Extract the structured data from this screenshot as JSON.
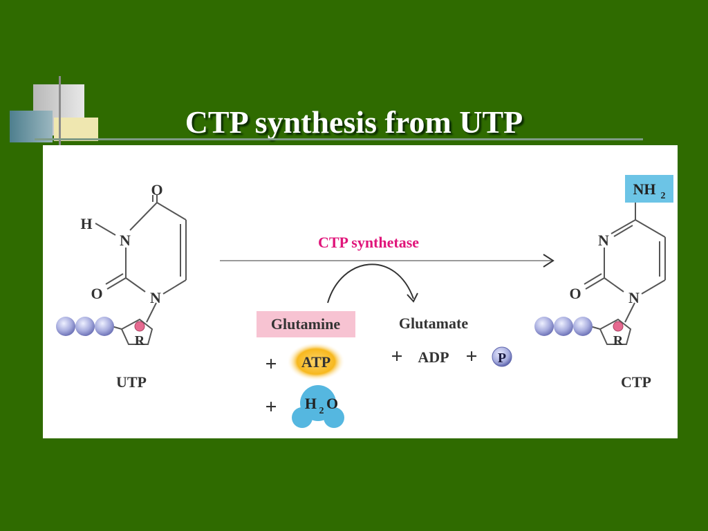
{
  "slide": {
    "title": "CTP synthesis from UTP"
  },
  "colors": {
    "background": "#2f6b00",
    "enzyme_text": "#e0157a",
    "glutamine_box": "#f7c3d2",
    "nh2_box": "#6cc4e6",
    "atp_glow": "#f7b81e",
    "water_blue": "#55b7e0",
    "phosphate": "#a9aedf"
  },
  "diagram": {
    "reactant": {
      "name": "UTP",
      "atoms": {
        "o_top": "O",
        "h": "H",
        "n3": "N",
        "o_left": "O",
        "n1": "N",
        "ribose": "R"
      }
    },
    "product": {
      "name": "CTP",
      "atoms": {
        "nh2_main": "NH",
        "nh2_sub": "2",
        "n3": "N",
        "o_left": "O",
        "n1": "N",
        "ribose": "R"
      }
    },
    "enzyme": "CTP synthetase",
    "inputs": {
      "glutamine": "Glutamine",
      "plus1": "+",
      "atp": "ATP",
      "plus2": "+",
      "water_main": "H",
      "water_sub": "2",
      "water_o": "O"
    },
    "outputs": {
      "glutamate": "Glutamate",
      "plus1": "+",
      "adp": "ADP",
      "plus2": "+",
      "phosphate": "P"
    }
  }
}
